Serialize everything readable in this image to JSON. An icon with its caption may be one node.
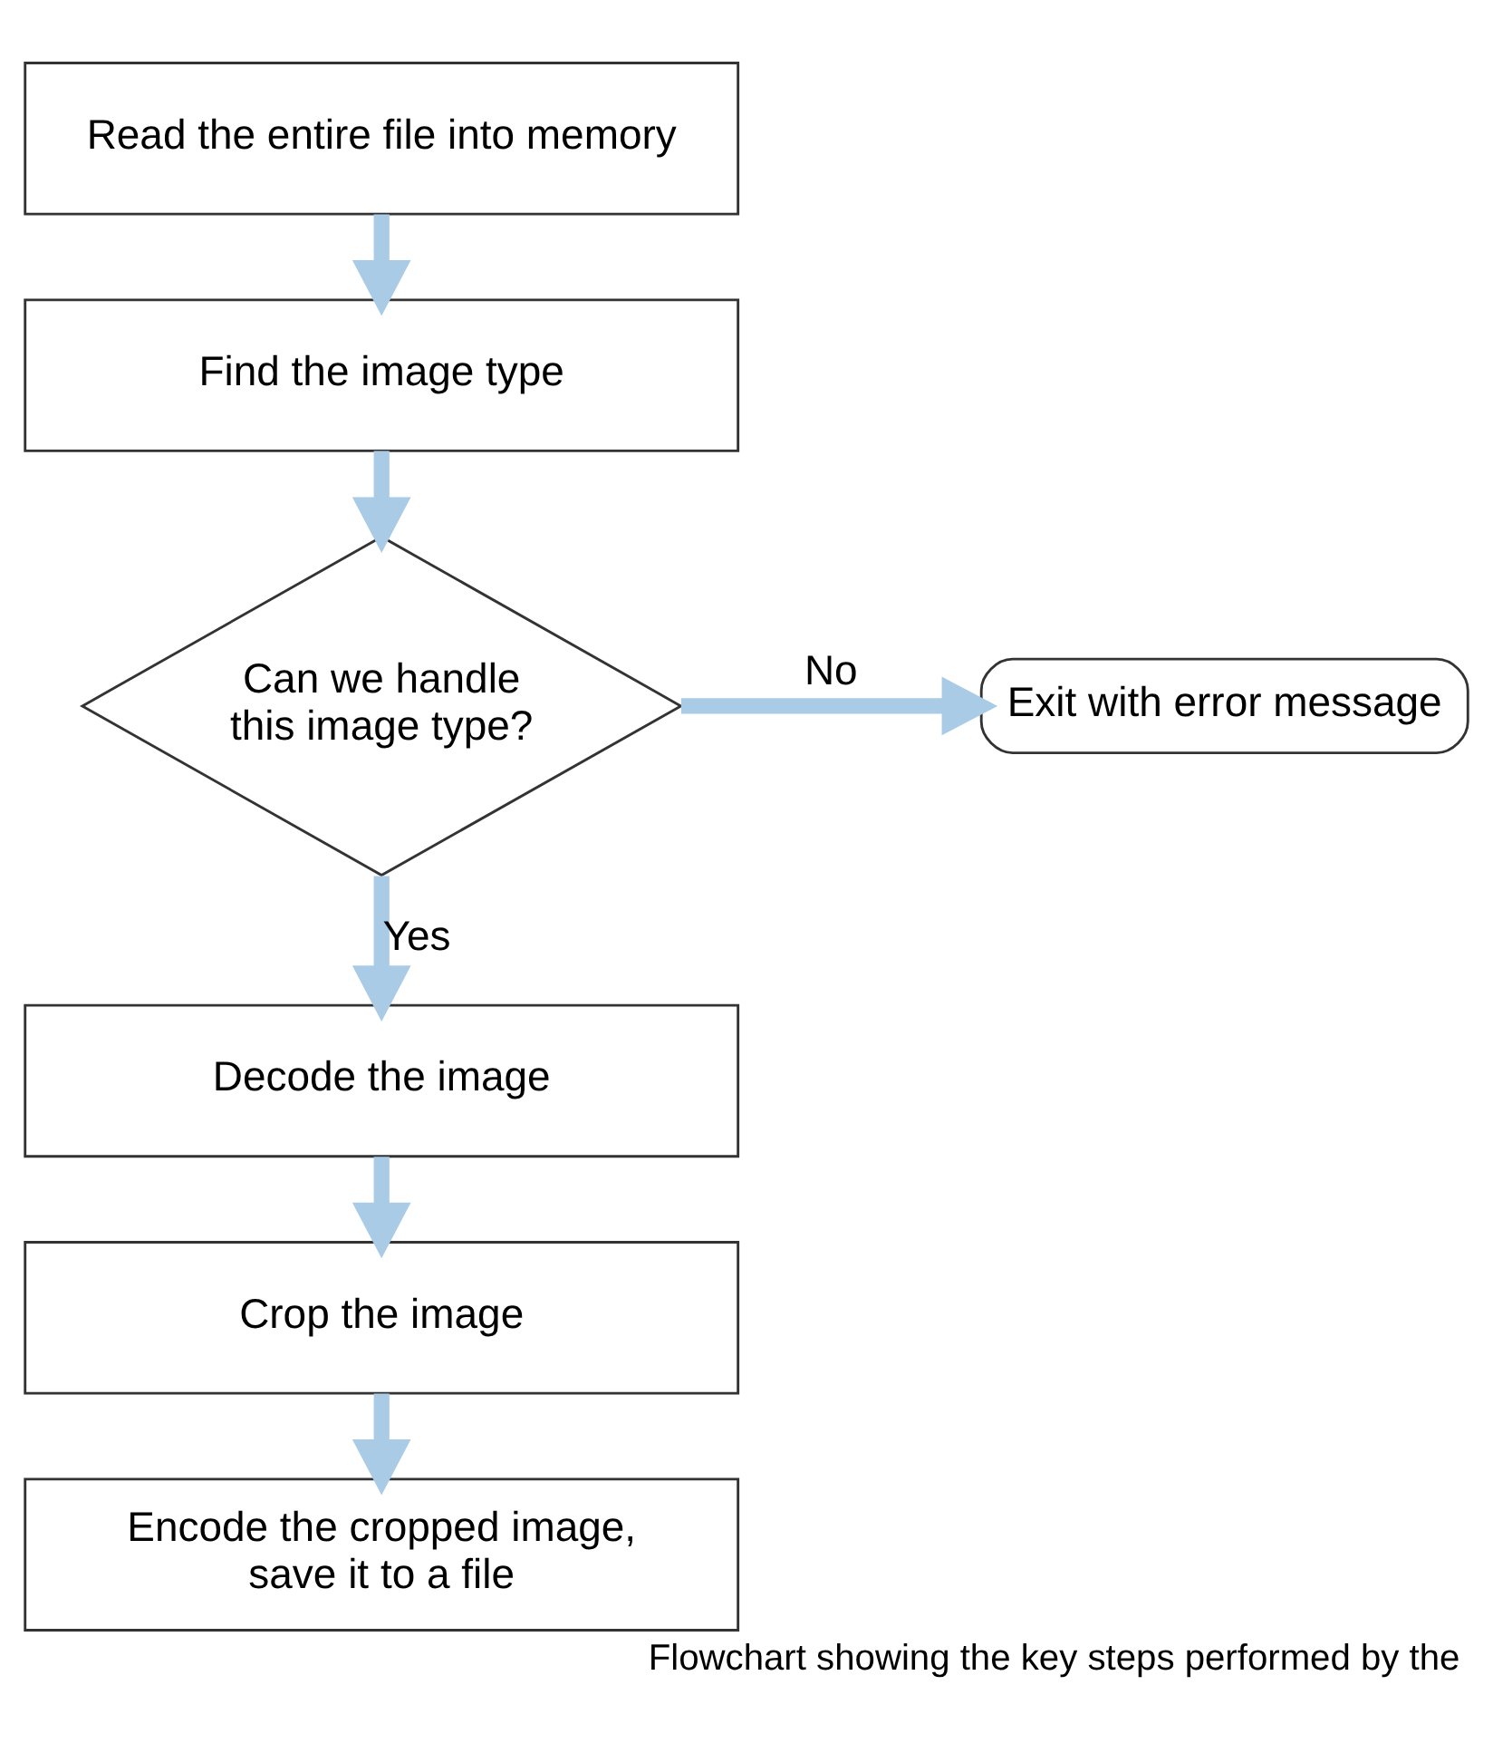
{
  "diagram": {
    "caption": "Flowchart showing the key steps performed by the",
    "nodes": [
      {
        "text": [
          "Read the entire file into memory"
        ]
      },
      {
        "text": [
          "Find the image type"
        ]
      },
      {
        "text": [
          "Can we handle this image type?"
        ]
      },
      {
        "text": [
          "Exit with error message"
        ]
      },
      {
        "text": [
          "Decode the image"
        ]
      },
      {
        "text": [
          "Crop the image"
        ]
      },
      {
        "text": [
          "Encode the cropped image, save it to a file"
        ]
      }
    ],
    "edges": [
      {
        "from": 0,
        "to": 1,
        "arrow": "to"
      },
      {
        "from": 1,
        "to": 2,
        "arrow": "to"
      },
      {
        "from": 2,
        "to": 3,
        "arrow": "to",
        "label": "No"
      },
      {
        "from": 2,
        "to": 4,
        "arrow": "to",
        "label": "Yes"
      },
      {
        "from": 4,
        "to": 5,
        "arrow": "to"
      },
      {
        "from": 5,
        "to": 6,
        "arrow": "to"
      }
    ]
  }
}
